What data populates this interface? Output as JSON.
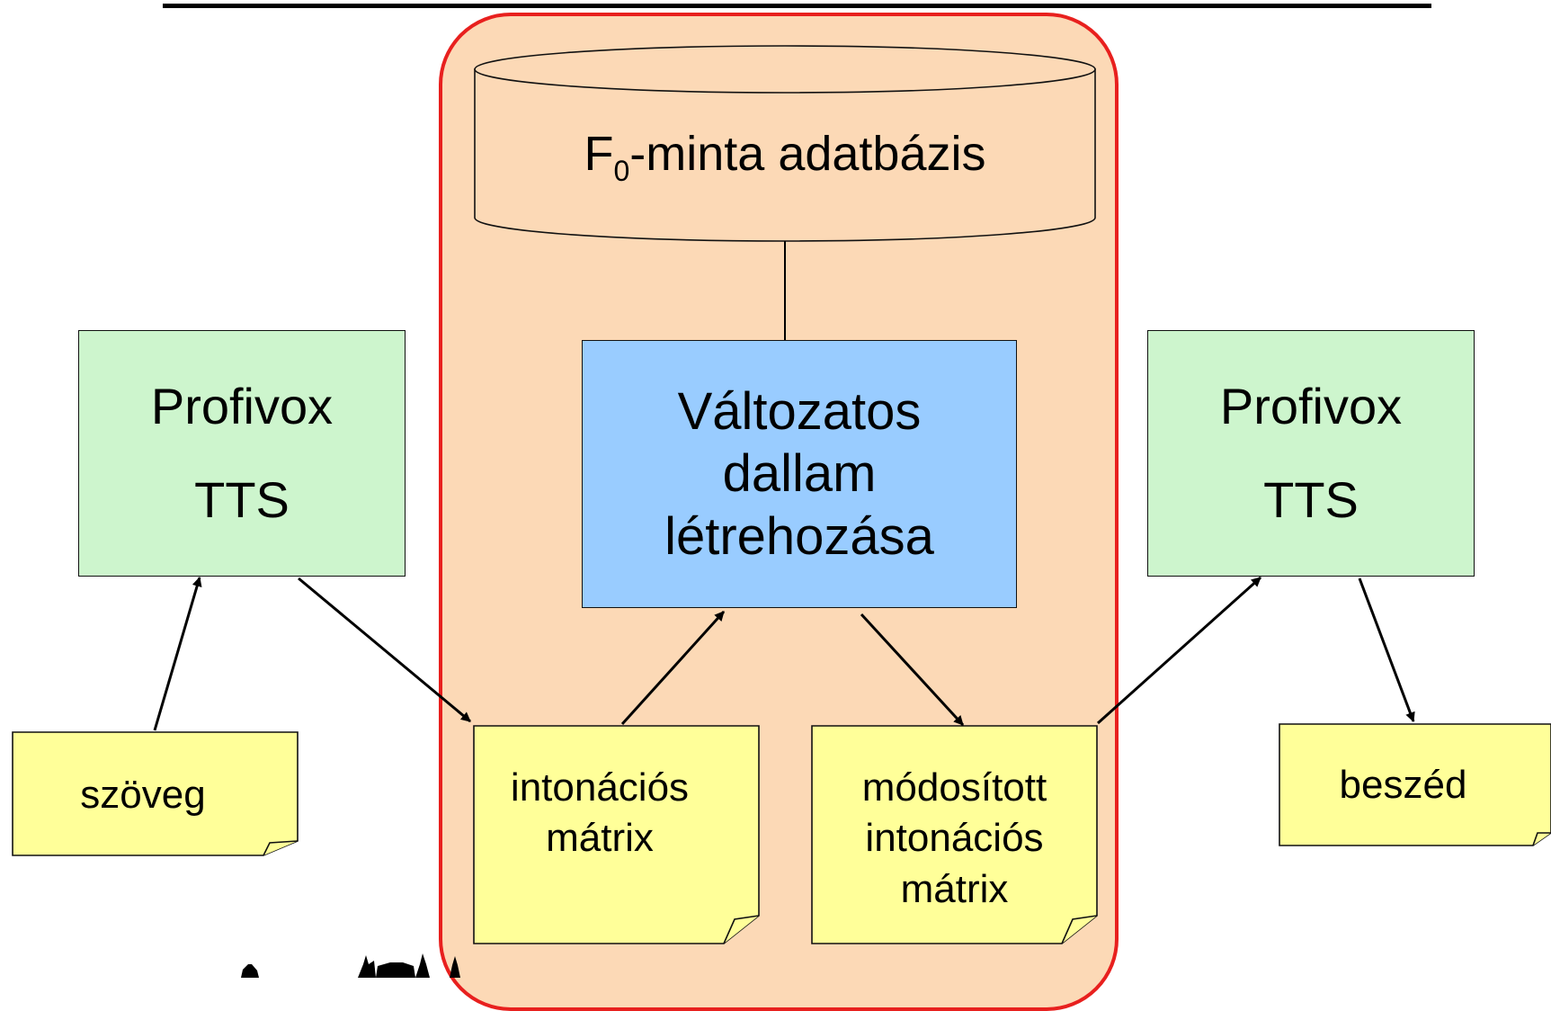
{
  "database": {
    "label_main": "F",
    "label_sub": "0",
    "label_rest": "-minta adatbázis"
  },
  "left_tts": {
    "line1": "Profivox",
    "line2": "TTS"
  },
  "right_tts": {
    "line1": "Profivox",
    "line2": "TTS"
  },
  "generator": {
    "line1": "Változatos",
    "line2": "dallam",
    "line3": "létrehozása"
  },
  "notes": {
    "text_input": "szöveg",
    "intonation_matrix": {
      "line1": "intonációs",
      "line2": "mátrix"
    },
    "modified_matrix": {
      "line1": "módosított",
      "line2": "intonációs",
      "line3": "mátrix"
    },
    "speech_output": "beszéd"
  },
  "colors": {
    "container_fill": "#fcd9b6",
    "container_border": "#e8201e",
    "tts_fill": "#cdf5cd",
    "generator_fill": "#99ccff",
    "note_fill": "#ffff99"
  }
}
